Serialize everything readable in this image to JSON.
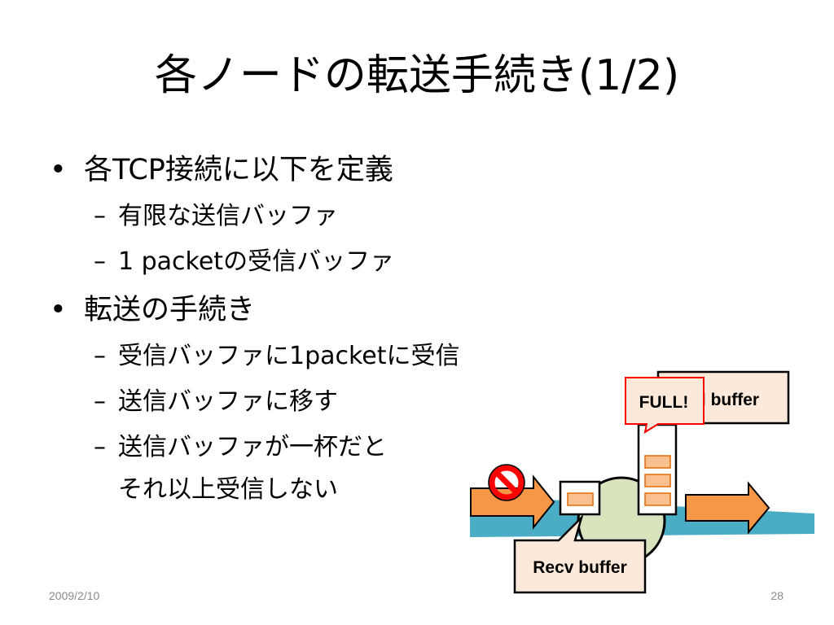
{
  "slide": {
    "title": "各ノードの転送手続き(1/2)",
    "bullets": [
      {
        "text": "各TCP接続に以下を定義",
        "sub": [
          "有限な送信バッファ",
          "1 packetの受信バッファ"
        ]
      },
      {
        "text": "転送の手続き",
        "sub": [
          "受信バッファに1packetに受信",
          "送信バッファに移す",
          "送信バッファが一杯だと"
        ],
        "continuation": "それ以上受信しない"
      }
    ],
    "bullet_symbol": "•",
    "dash_symbol": "–",
    "footer": {
      "date": "2009/2/10",
      "page": "28"
    }
  },
  "diagram": {
    "send_buffer_label": "d buffer",
    "full_label": "FULL!",
    "recv_buffer_label": "Recv buffer",
    "block_icon": "prohibited-icon",
    "colors": {
      "arrow": "#f79646",
      "stream": "#4bacc6",
      "node": "#d7e4bd",
      "callout_fill": "#fde9d9",
      "full_border": "#ff0000",
      "block": "#ff0000"
    }
  }
}
